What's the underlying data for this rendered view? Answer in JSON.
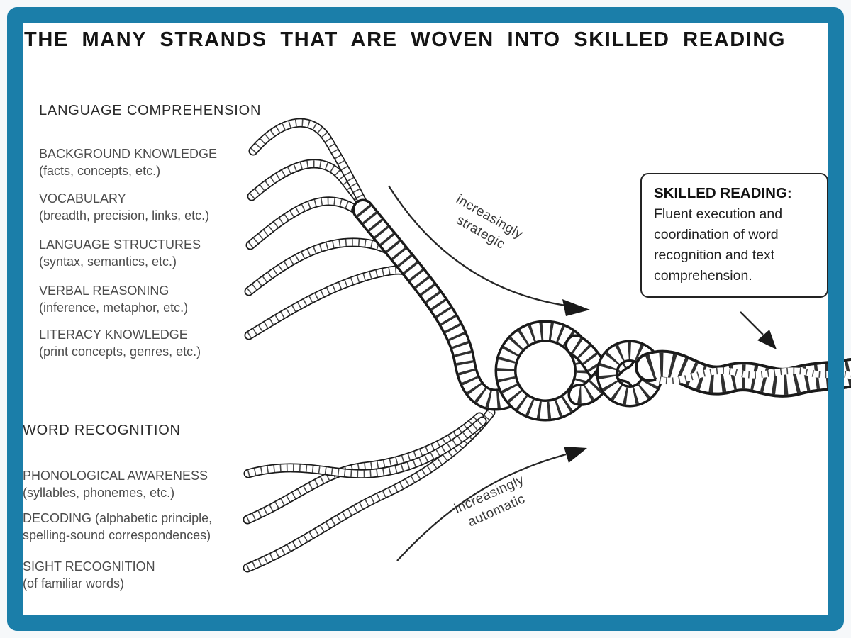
{
  "frame": {
    "border_color": "#1b7ea9",
    "paper_color": "#ffffff",
    "ink_color": "#1a1a1a"
  },
  "title": "THE MANY STRANDS THAT ARE WOVEN INTO SKILLED READING",
  "language_comprehension": {
    "heading": "LANGUAGE COMPREHENSION",
    "items": [
      {
        "name": "BACKGROUND KNOWLEDGE",
        "detail": "(facts, concepts, etc.)"
      },
      {
        "name": "VOCABULARY",
        "detail": "(breadth, precision, links, etc.)"
      },
      {
        "name": "LANGUAGE STRUCTURES",
        "detail": "(syntax, semantics, etc.)"
      },
      {
        "name": "VERBAL REASONING",
        "detail": "(inference, metaphor, etc.)"
      },
      {
        "name": "LITERACY KNOWLEDGE",
        "detail": "(print concepts, genres, etc.)"
      }
    ]
  },
  "word_recognition": {
    "heading": "WORD RECOGNITION",
    "items": [
      {
        "name": "PHONOLOGICAL AWARENESS",
        "detail": "(syllables, phonemes, etc.)"
      },
      {
        "name": "DECODING (alphabetic principle,",
        "detail": "spelling-sound correspondences)"
      },
      {
        "name": "SIGHT RECOGNITION",
        "detail": "(of familiar words)"
      }
    ]
  },
  "annotations": {
    "strategic_line1": "increasingly",
    "strategic_line2": "strategic",
    "automatic_line1": "increasingly",
    "automatic_line2": "automatic"
  },
  "skilled_reading_box": {
    "heading": "SKILLED READING:",
    "body": "Fluent execution and coordination of word recognition and text comprehension."
  }
}
